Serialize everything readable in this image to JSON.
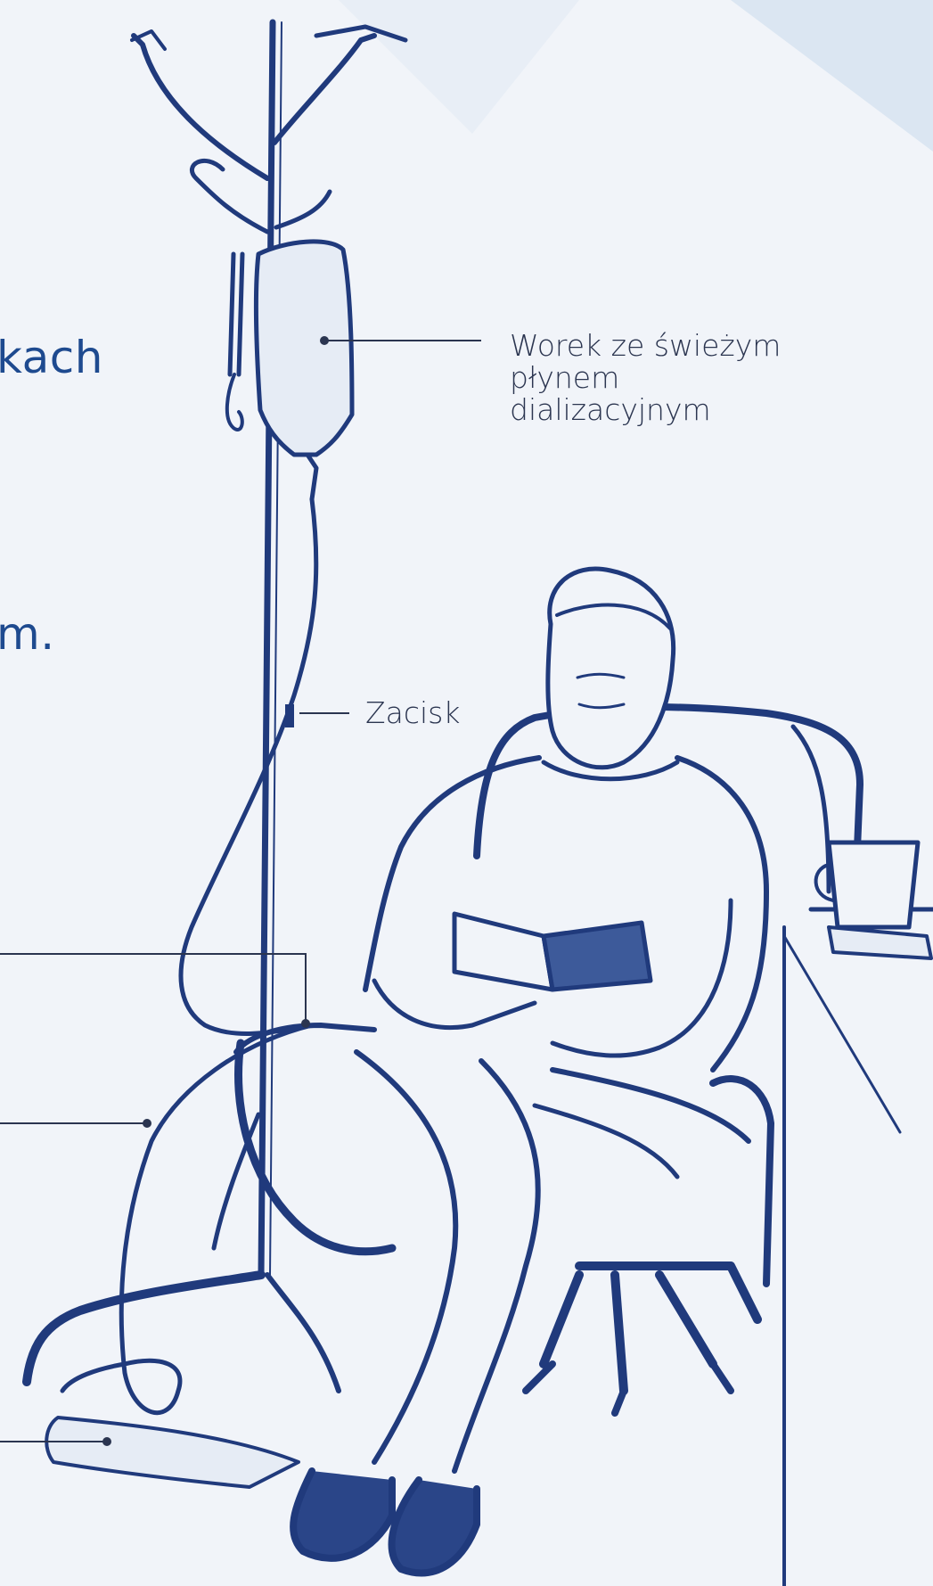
{
  "cut_text": {
    "line_1": "kach",
    "line_2": "m."
  },
  "labels": {
    "bag": [
      "Worek ze świeżym",
      "płynem",
      "dializacyjnym"
    ],
    "clamp": "Zacisk"
  },
  "colors": {
    "background": "#f1f4f9",
    "ink": "#203a7c",
    "heading_text": "#1e4a8f",
    "label_text": "#2b3550",
    "corner_shape": "#dbe6f2"
  }
}
